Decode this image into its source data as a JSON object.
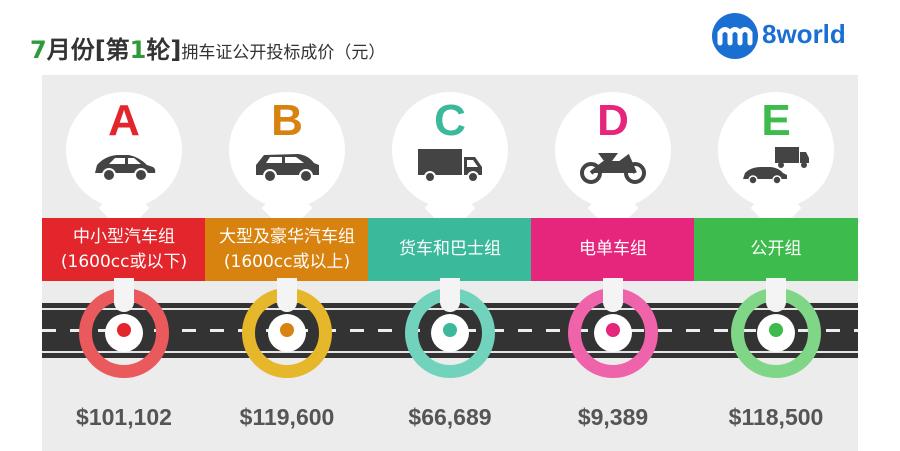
{
  "title": {
    "month": "7",
    "part1": "月份[第",
    "round": "1",
    "part2": "轮]",
    "subtitle": "拥车证公开投标成价（元）"
  },
  "logo": {
    "text": "8world",
    "icon": "8world-logo-icon"
  },
  "categories": [
    {
      "letter": "A",
      "label1": "中小型汽车组",
      "label2": "(1600cc或以下)",
      "price": "$101,102",
      "color": "#e2262b",
      "ring": "#ea5a5d",
      "vehicle": "small-car-icon"
    },
    {
      "letter": "B",
      "label1": "大型及豪华汽车组",
      "label2": "(1600cc或以上)",
      "price": "$119,600",
      "color": "#d8820f",
      "ring": "#e6b62b",
      "vehicle": "suv-icon"
    },
    {
      "letter": "C",
      "label1": "货车和巴士组",
      "label2": "",
      "price": "$66,689",
      "color": "#3bb99b",
      "ring": "#72d3bd",
      "vehicle": "truck-icon"
    },
    {
      "letter": "D",
      "label1": "电单车组",
      "label2": "",
      "price": "$9,389",
      "color": "#e6257d",
      "ring": "#ee63a9",
      "vehicle": "motorcycle-icon"
    },
    {
      "letter": "E",
      "label1": "公开组",
      "label2": "",
      "price": "$118,500",
      "color": "#3dbb4c",
      "ring": "#7fd686",
      "vehicle": "car-and-truck-icon"
    }
  ]
}
